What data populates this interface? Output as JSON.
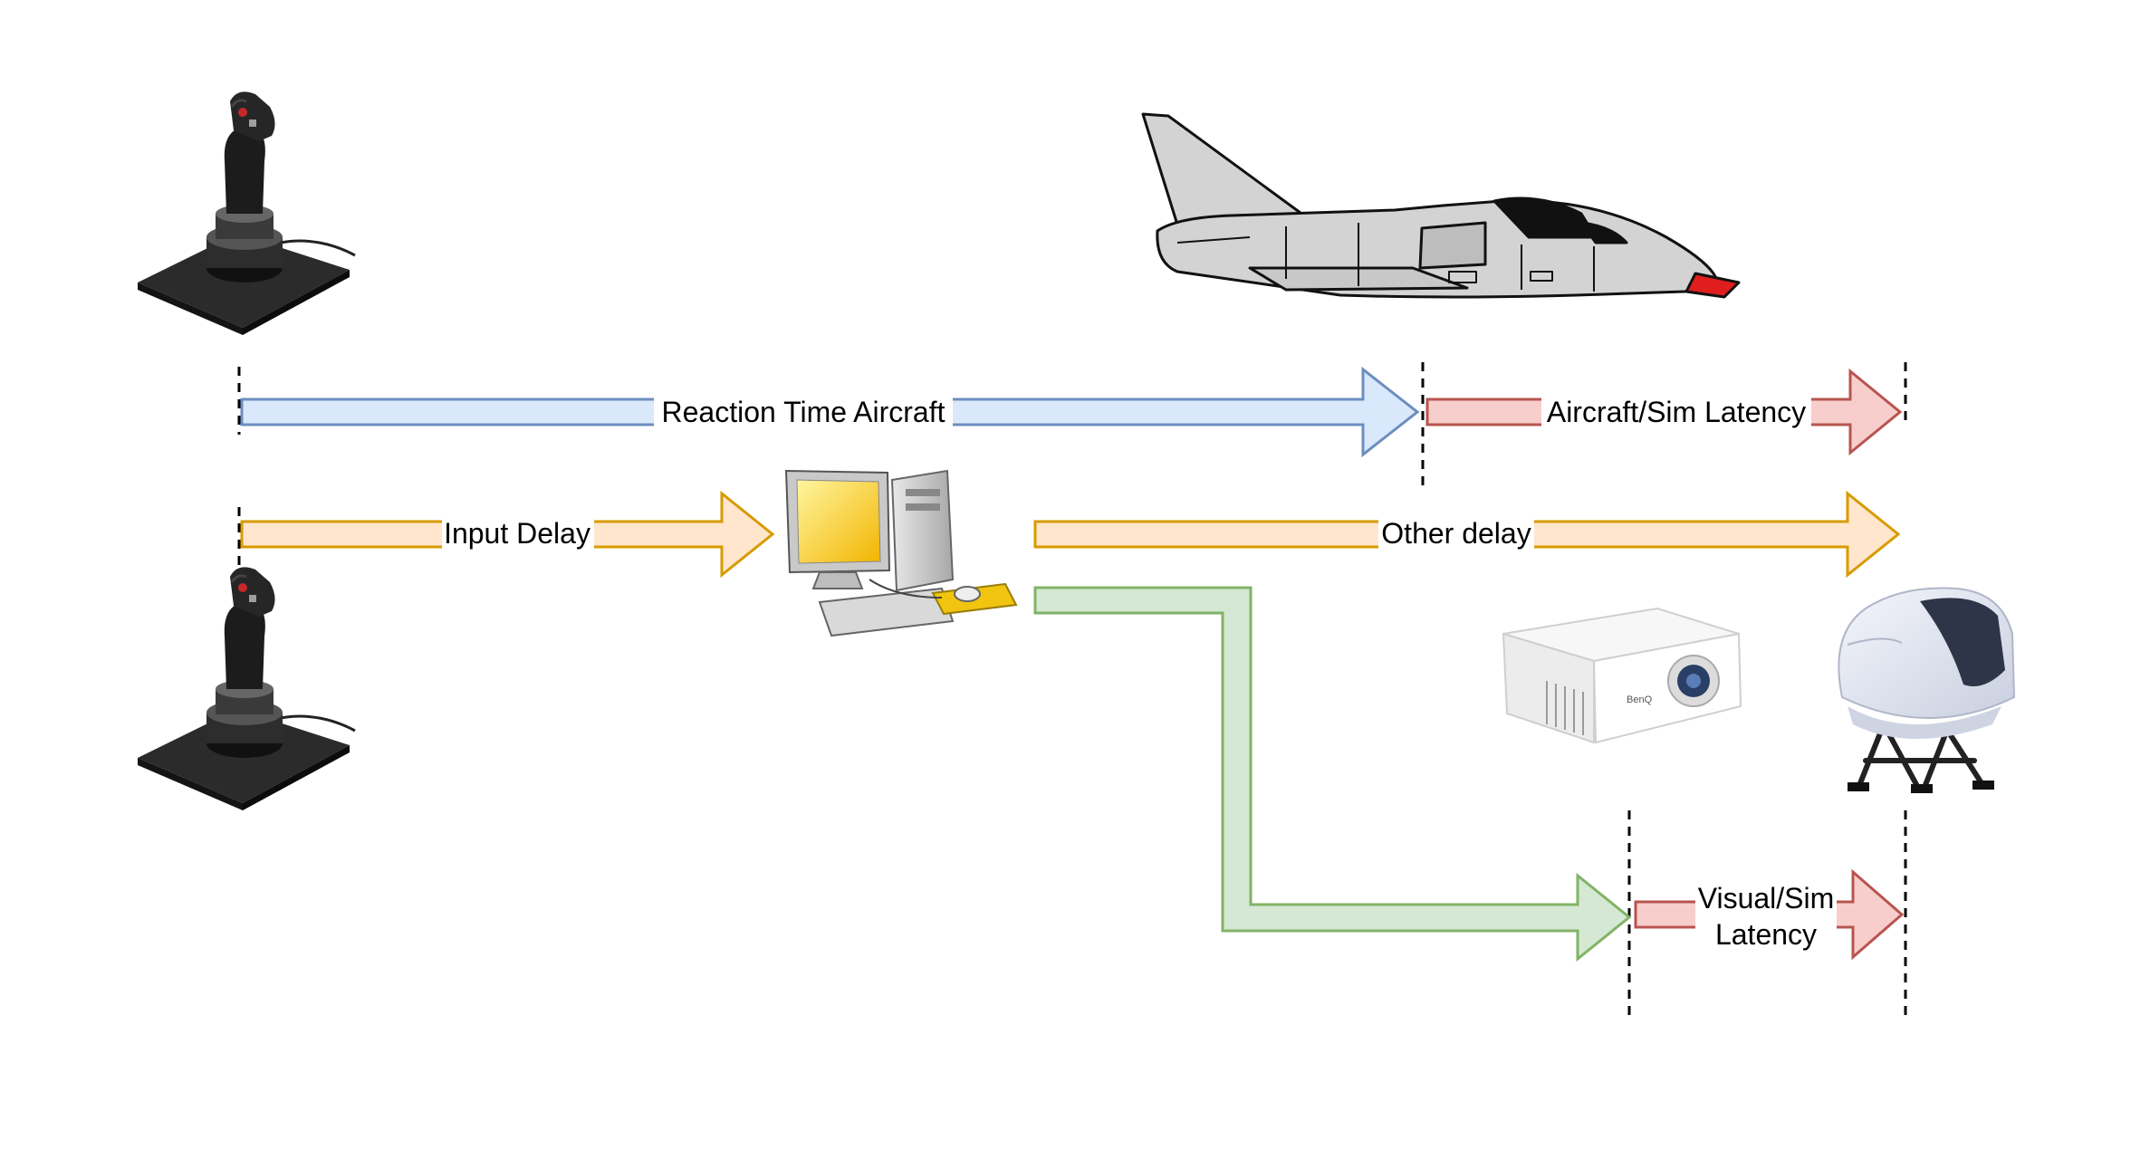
{
  "colors": {
    "blue_fill": "#dae8fc",
    "blue_stroke": "#6c8ebf",
    "orange_fill": "#ffe6cc",
    "orange_stroke": "#d79b00",
    "red_fill": "#f8cecc",
    "red_stroke": "#b85450",
    "green_fill": "#d5e8d4",
    "green_stroke": "#82b366"
  },
  "arrows": {
    "reaction_time_aircraft": "Reaction Time Aircraft",
    "aircraft_sim_latency": "Aircraft/Sim Latency",
    "input_delay": "Input Delay",
    "other_delay": "Other delay",
    "visual_sim_latency_line1": "Visual/Sim",
    "visual_sim_latency_line2": "Latency"
  },
  "devices": {
    "projector_brand": "BenQ"
  },
  "icons": [
    "joystick-icon",
    "jet-aircraft-icon",
    "desktop-computer-icon",
    "projector-icon",
    "flight-simulator-icon"
  ]
}
